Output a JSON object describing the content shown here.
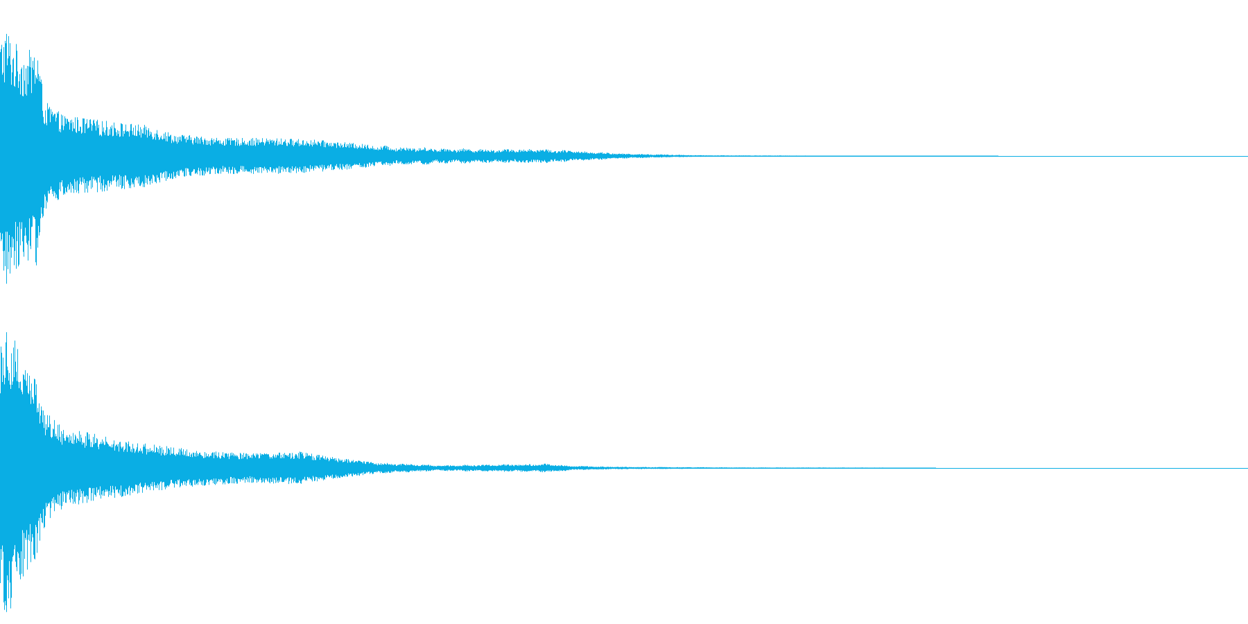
{
  "colors": {
    "background": "#ffffff",
    "waveform": "#0aaee4"
  },
  "chart_data": {
    "type": "area",
    "title": "",
    "xlabel": "",
    "ylabel": "",
    "grid": false,
    "legend": "none",
    "ylim": [
      -1,
      1
    ],
    "channels": [
      {
        "envelope": [
          {
            "t": 0.0,
            "amp": 0.86
          },
          {
            "t": 0.005,
            "amp": 0.95
          },
          {
            "t": 0.01,
            "amp": 0.84
          },
          {
            "t": 0.02,
            "amp": 0.75
          },
          {
            "t": 0.03,
            "amp": 0.8
          },
          {
            "t": 0.035,
            "amp": 0.4
          },
          {
            "t": 0.05,
            "amp": 0.3
          },
          {
            "t": 0.08,
            "amp": 0.26
          },
          {
            "t": 0.12,
            "amp": 0.22
          },
          {
            "t": 0.14,
            "amp": 0.16
          },
          {
            "t": 0.18,
            "amp": 0.13
          },
          {
            "t": 0.22,
            "amp": 0.13
          },
          {
            "t": 0.25,
            "amp": 0.12
          },
          {
            "t": 0.3,
            "amp": 0.08
          },
          {
            "t": 0.35,
            "amp": 0.06
          },
          {
            "t": 0.4,
            "amp": 0.05
          },
          {
            "t": 0.43,
            "amp": 0.055
          },
          {
            "t": 0.46,
            "amp": 0.04
          },
          {
            "t": 0.5,
            "amp": 0.018
          },
          {
            "t": 0.56,
            "amp": 0.006
          },
          {
            "t": 0.65,
            "amp": 0.003
          },
          {
            "t": 0.79,
            "amp": 0.002
          },
          {
            "t": 0.8,
            "amp": 0.0
          }
        ]
      },
      {
        "envelope": [
          {
            "t": 0.0,
            "amp": 0.9
          },
          {
            "t": 0.006,
            "amp": 1.0
          },
          {
            "t": 0.012,
            "amp": 0.88
          },
          {
            "t": 0.02,
            "amp": 0.7
          },
          {
            "t": 0.03,
            "amp": 0.6
          },
          {
            "t": 0.036,
            "amp": 0.38
          },
          {
            "t": 0.05,
            "amp": 0.28
          },
          {
            "t": 0.08,
            "amp": 0.22
          },
          {
            "t": 0.12,
            "amp": 0.16
          },
          {
            "t": 0.16,
            "amp": 0.12
          },
          {
            "t": 0.2,
            "amp": 0.1
          },
          {
            "t": 0.24,
            "amp": 0.11
          },
          {
            "t": 0.27,
            "amp": 0.07
          },
          {
            "t": 0.3,
            "amp": 0.04
          },
          {
            "t": 0.35,
            "amp": 0.02
          },
          {
            "t": 0.4,
            "amp": 0.025
          },
          {
            "t": 0.44,
            "amp": 0.03
          },
          {
            "t": 0.46,
            "amp": 0.015
          },
          {
            "t": 0.5,
            "amp": 0.008
          },
          {
            "t": 0.6,
            "amp": 0.004
          },
          {
            "t": 0.7,
            "amp": 0.003
          },
          {
            "t": 0.74,
            "amp": 0.002
          },
          {
            "t": 0.75,
            "amp": 0.0
          }
        ]
      }
    ]
  }
}
